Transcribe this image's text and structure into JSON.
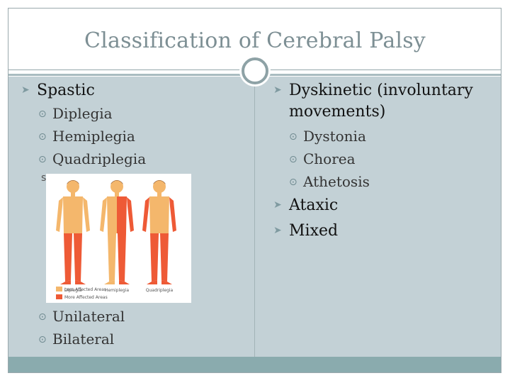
{
  "slide": {
    "title": "Classification of Cerebral Palsy"
  },
  "left": {
    "heading": "Spastic",
    "sub_items": [
      "Diplegia",
      "Hemiplegia",
      "Quadriplegia"
    ],
    "stray_mark": "s",
    "figure": {
      "captions": [
        "Diplegia",
        "Hemiplegia",
        "Quadriplegia"
      ],
      "legend": [
        {
          "label": "Less Affected Areas",
          "color": "#f4b76c"
        },
        {
          "label": "More Affected Areas",
          "color": "#ee5a36"
        }
      ]
    },
    "bottom_items": [
      "Unilateral",
      "Bilateral"
    ]
  },
  "right": {
    "heading_line1": "Dyskinetic (involuntary",
    "heading_line2": "movements)",
    "sub_items": [
      "Dystonia",
      "Chorea",
      "Athetosis"
    ],
    "extra_items": [
      "Ataxic",
      "Mixed"
    ]
  },
  "colors": {
    "title": "#7d8f94",
    "content_bg": "#c3d1d6",
    "footer": "#8aabae",
    "bullet": "#7f9aa0"
  }
}
